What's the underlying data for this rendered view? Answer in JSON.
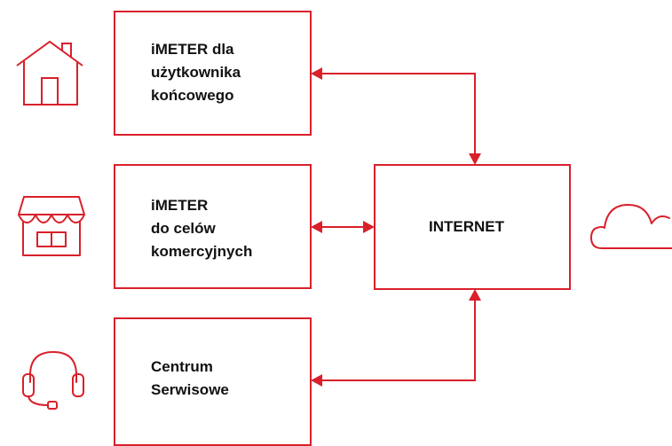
{
  "colors": {
    "accent": "#d9202b",
    "text": "#111111",
    "background": "#ffffff"
  },
  "boxes": {
    "end_user": {
      "lines": [
        "iMETER dla",
        "użytkownika",
        "końcowego"
      ]
    },
    "commercial": {
      "lines": [
        "iMETER",
        "do celów",
        "komercyjnych"
      ]
    },
    "service": {
      "lines": [
        "Centrum",
        "Serwisowe"
      ]
    },
    "internet": {
      "lines": [
        "INTERNET"
      ]
    }
  },
  "icons": {
    "end_user": "house-icon",
    "commercial": "shop-icon",
    "service": "headset-icon",
    "internet": "cloud-icon"
  }
}
